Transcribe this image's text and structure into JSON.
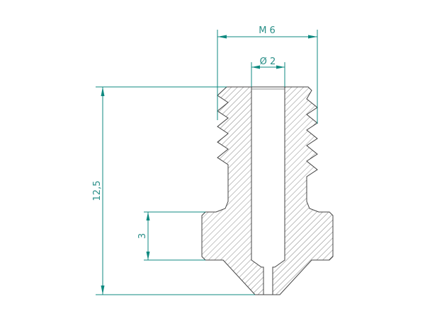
{
  "drawing": {
    "dimensions": {
      "thread": "M 6",
      "bore": "Ø 2",
      "total_length": "12,5",
      "flange_height": "3"
    },
    "colors": {
      "dimension": "#0f8a80",
      "outline": "#444444",
      "hatch": "#666666"
    }
  }
}
